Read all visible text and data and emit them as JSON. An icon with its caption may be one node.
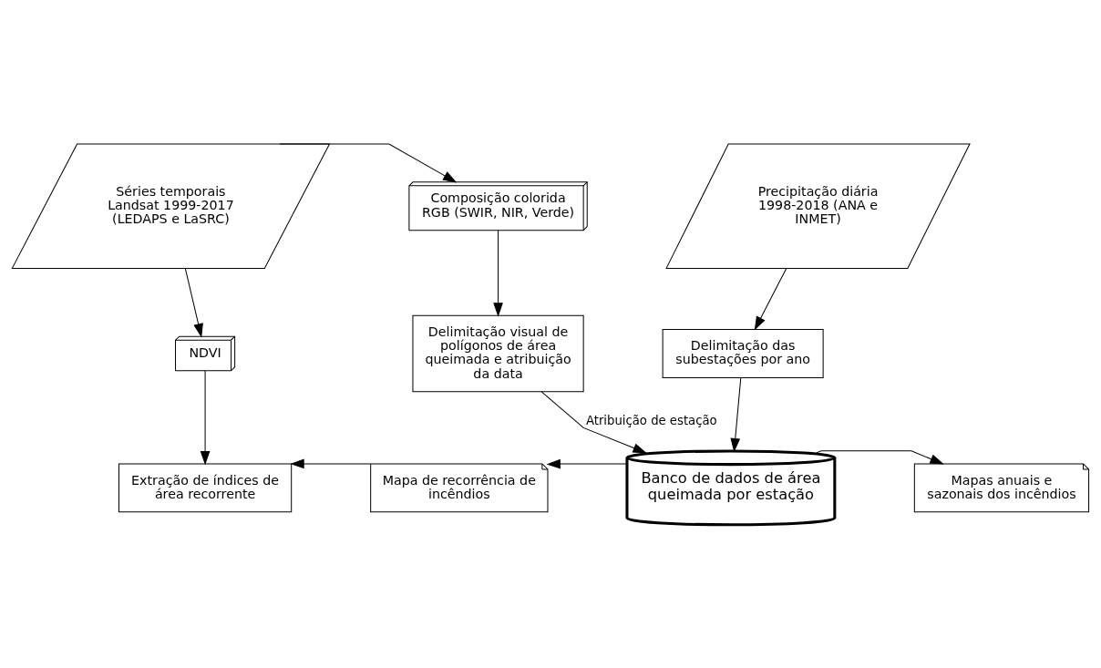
{
  "diagram": {
    "nodes": [
      {
        "text": [
          "Séries temporais Landsat 1999-2017 (LEDAPS e LaSRC)"
        ]
      },
      {
        "text": [
          "Composição colorida RGB (SWIR, NIR, Verde)"
        ]
      },
      {
        "text": [
          "Precipitação diária 1998-2018 (ANA e INMET)"
        ]
      },
      {
        "text": [
          "NDVI"
        ]
      },
      {
        "text": [
          "Delimitação visual de polígonos de área queimada e atribuição da data"
        ]
      },
      {
        "text": [
          "Delimitação das subestações por ano"
        ]
      },
      {
        "text": [
          "Banco de dados de área queimada por estação"
        ]
      },
      {
        "text": [
          "Extração de índices de área recorrente"
        ]
      },
      {
        "text": [
          "Mapa de recorrência de incêndios"
        ]
      },
      {
        "text": [
          "Mapas anuais e sazonais dos incêndios"
        ]
      }
    ],
    "edges": [
      {
        "from": 0,
        "to": 1,
        "arrow": "to"
      },
      {
        "from": 0,
        "to": 3,
        "arrow": "to"
      },
      {
        "from": 1,
        "to": 4,
        "arrow": "to"
      },
      {
        "from": 2,
        "to": 5,
        "arrow": "to"
      },
      {
        "from": 4,
        "to": 6,
        "arrow": "to",
        "label": "Atribuição de estação"
      },
      {
        "from": 5,
        "to": 6,
        "arrow": "to"
      },
      {
        "from": 3,
        "to": 7,
        "arrow": "to"
      },
      {
        "from": 6,
        "to": 8,
        "arrow": "to"
      },
      {
        "from": 8,
        "to": 7,
        "arrow": "to"
      },
      {
        "from": 6,
        "to": 9,
        "arrow": "to"
      }
    ]
  }
}
